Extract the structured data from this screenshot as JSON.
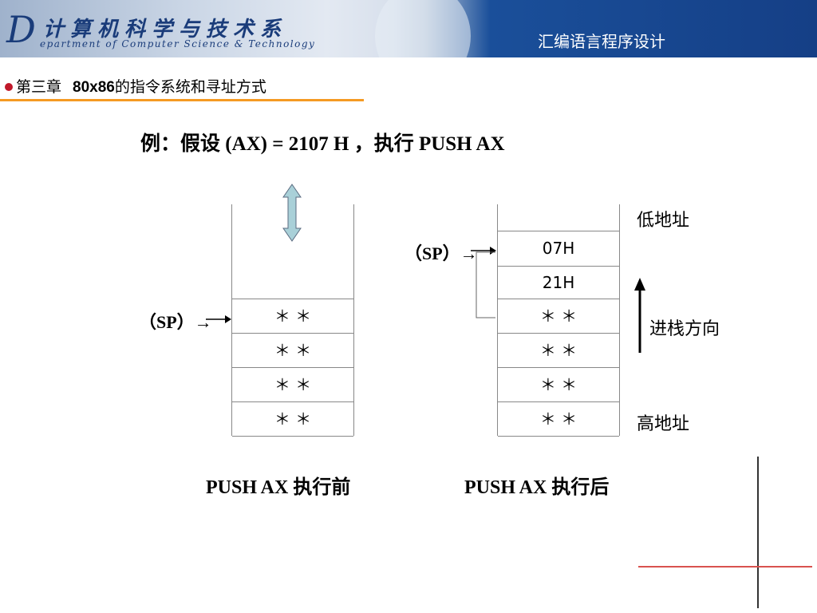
{
  "header": {
    "logo_initial": "D",
    "dept_cn": "计算机科学与技术系",
    "dept_en": "epartment of Computer Science & Technology",
    "course_title": "汇编语言程序设计"
  },
  "chapter": {
    "prefix": "第三章",
    "bold": "80x86",
    "rest": "的指令系统和寻址方式"
  },
  "example": "例：假设 (AX) = 2107 H ，执行  PUSH  AX",
  "before": {
    "sp_label": "（SP）→",
    "cells": [
      "＊ ＊",
      "＊ ＊",
      "＊ ＊",
      "＊ ＊"
    ],
    "caption": "PUSH  AX 执行前"
  },
  "after": {
    "sp_label": "（SP）→",
    "cells": [
      "07H",
      "21H",
      "＊ ＊",
      "＊ ＊",
      "＊ ＊",
      "＊ ＊"
    ],
    "caption": "PUSH  AX 执行后",
    "low_addr": "低地址",
    "high_addr": "高地址",
    "direction": "进栈方向"
  },
  "colors": {
    "banner_dark": "#153f86",
    "accent_line": "#f59a23",
    "bullet": "#c0182a",
    "double_arrow": "#a9d0d8"
  }
}
